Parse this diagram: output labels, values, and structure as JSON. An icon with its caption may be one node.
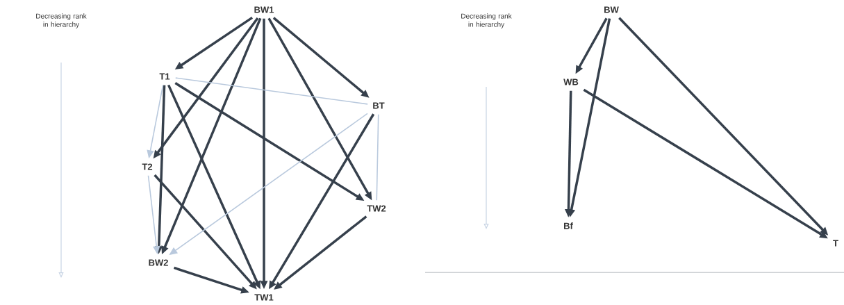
{
  "diagram": {
    "nodes": [
      {
        "text": [
          "BW1"
        ]
      },
      {
        "text": [
          "T1"
        ]
      },
      {
        "text": [
          "BT"
        ]
      },
      {
        "text": [
          "T2"
        ]
      },
      {
        "text": [
          "TW2"
        ]
      },
      {
        "text": [
          "BW2"
        ]
      },
      {
        "text": [
          "TW1"
        ]
      },
      {
        "text": [
          "BW"
        ]
      },
      {
        "text": [
          "WB"
        ]
      },
      {
        "text": [
          "Bf"
        ]
      },
      {
        "text": [
          "T"
        ]
      }
    ],
    "edges": [
      {
        "from": 0,
        "to": 1,
        "arrow": "to"
      },
      {
        "from": 0,
        "to": 2,
        "arrow": "to"
      },
      {
        "from": 0,
        "to": 3,
        "arrow": "to"
      },
      {
        "from": 0,
        "to": 5,
        "arrow": "to"
      },
      {
        "from": 0,
        "to": 6,
        "arrow": "to"
      },
      {
        "from": 0,
        "to": 4,
        "arrow": "to"
      },
      {
        "from": 1,
        "to": 5,
        "arrow": "to"
      },
      {
        "from": 1,
        "to": 6,
        "arrow": "to"
      },
      {
        "from": 1,
        "to": 4,
        "arrow": "to"
      },
      {
        "from": 2,
        "to": 6,
        "arrow": "to"
      },
      {
        "from": 3,
        "to": 6,
        "arrow": "to"
      },
      {
        "from": 5,
        "to": 6,
        "arrow": "to"
      },
      {
        "from": 4,
        "to": 6,
        "arrow": "to"
      },
      {
        "from": 1,
        "to": 2,
        "arrow": "none",
        "color": "#b9c9dd"
      },
      {
        "from": 1,
        "to": 3,
        "arrow": "to",
        "color": "#b9c9dd"
      },
      {
        "from": 3,
        "to": 5,
        "arrow": "to",
        "color": "#b9c9dd"
      },
      {
        "from": 2,
        "to": 5,
        "arrow": "to",
        "color": "#b9c9dd"
      },
      {
        "from": 2,
        "to": 4,
        "arrow": "none",
        "color": "#b9c9dd"
      },
      {
        "from": 7,
        "to": 8,
        "arrow": "to"
      },
      {
        "from": 7,
        "to": 9,
        "arrow": "to"
      },
      {
        "from": 7,
        "to": 10,
        "arrow": "to"
      },
      {
        "from": 8,
        "to": 9,
        "arrow": "to"
      },
      {
        "from": 8,
        "to": 10,
        "arrow": "to"
      }
    ],
    "labels": [
      "Decreasing rank in hierarchy",
      "Decreasing rank in hierarchy"
    ]
  }
}
